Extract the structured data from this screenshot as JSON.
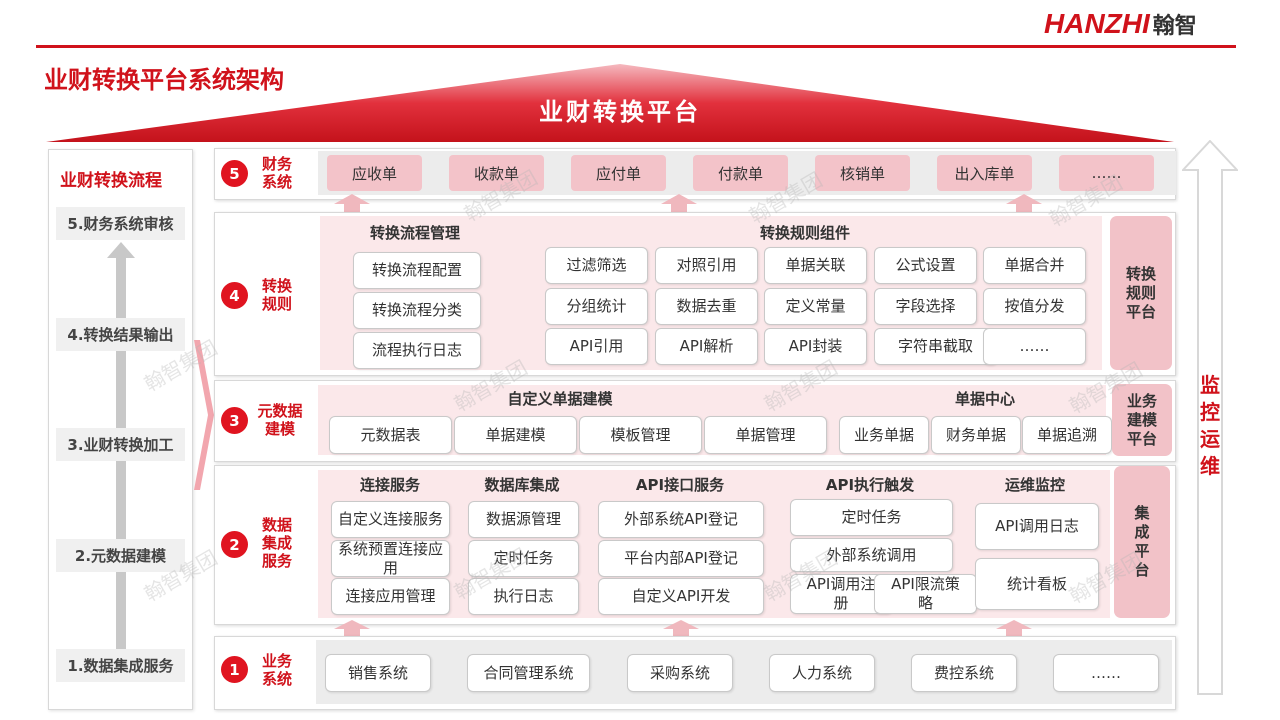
{
  "brand": {
    "logo_latin": "HANZHI",
    "logo_chinese": "翰智",
    "accent": "#d0121b"
  },
  "page_title": "业财转换平台系统架构",
  "roof_title": "业财转换平台",
  "flow": {
    "title": "业财转换流程",
    "steps": [
      "5.财务系统审核",
      "4.转换结果输出",
      "3.业财转换加工",
      "2.元数据建模",
      "1.数据集成服务"
    ]
  },
  "monitor_label": "监控运维",
  "watermark": "翰智集团",
  "layer5": {
    "num": "5",
    "name": "财务系统",
    "items": [
      "应收单",
      "收款单",
      "应付单",
      "付款单",
      "核销单",
      "出入库单",
      "……"
    ]
  },
  "layer4": {
    "num": "4",
    "name": "转换规则",
    "flow_mgmt": {
      "title": "转换流程管理",
      "items": [
        "转换流程配置",
        "转换流程分类",
        "流程执行日志"
      ]
    },
    "rule_comp": {
      "title": "转换规则组件",
      "items": [
        "过滤筛选",
        "对照引用",
        "单据关联",
        "公式设置",
        "单据合并",
        "分组统计",
        "数据去重",
        "定义常量",
        "字段选择",
        "按值分发",
        "API引用",
        "API解析",
        "API封装",
        "字符串截取",
        "……"
      ]
    },
    "side": "转换规则平台"
  },
  "layer3": {
    "num": "3",
    "name": "元数据建模",
    "custom": {
      "title": "自定义单据建模",
      "items": [
        "元数据表",
        "单据建模",
        "模板管理",
        "单据管理"
      ]
    },
    "center": {
      "title": "单据中心",
      "items": [
        "业务单据",
        "财务单据",
        "单据追溯"
      ]
    },
    "side": "业务建模平台"
  },
  "layer2": {
    "num": "2",
    "name": "数据集成服务",
    "connect": {
      "title": "连接服务",
      "items": [
        "自定义连接服务",
        "系统预置连接应用",
        "连接应用管理"
      ]
    },
    "db": {
      "title": "数据库集成",
      "items": [
        "数据源管理",
        "定时任务",
        "执行日志"
      ]
    },
    "api": {
      "title": "API接口服务",
      "items": [
        "外部系统API登记",
        "平台内部API登记",
        "自定义API开发"
      ]
    },
    "trigger": {
      "title": "API执行触发",
      "items": [
        "定时任务",
        "外部系统调用",
        "API调用注册",
        "API限流策略"
      ]
    },
    "ops": {
      "title": "运维监控",
      "items": [
        "API调用日志",
        "统计看板"
      ]
    },
    "side": "集成平台"
  },
  "layer1": {
    "num": "1",
    "name": "业务系统",
    "items": [
      "销售系统",
      "合同管理系统",
      "采购系统",
      "人力系统",
      "费控系统",
      "……"
    ]
  }
}
